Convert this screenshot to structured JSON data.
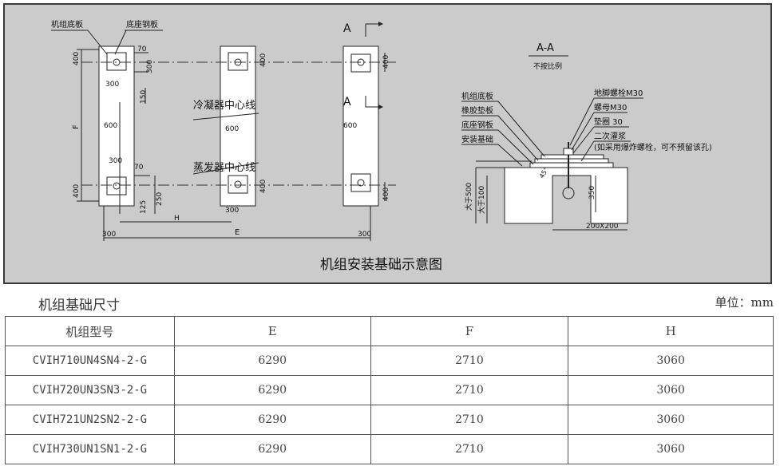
{
  "drawing": {
    "caption": "机组安装基础示意图",
    "labels": {
      "unit_base_plate": "机组底板",
      "base_steel_plate": "底座钢板",
      "condenser_centerline": "冷凝器中心线",
      "evaporator_centerline": "蒸发器中心线",
      "section_mark": "A",
      "dim_400": "400",
      "dim_300": "300",
      "dim_70": "70",
      "dim_150": "150",
      "dim_600": "600",
      "dim_125": "125",
      "dim_250": "250",
      "dim_F": "F",
      "dim_H": "H",
      "dim_E": "E"
    },
    "section": {
      "title": "A-A",
      "subtitle": "不按比例",
      "labels": {
        "unit_base_plate": "机组底板",
        "rubber_pad": "橡胶垫板",
        "base_steel_plate": "底座钢板",
        "install_foundation": "安装基础",
        "anchor_bolt": "地脚螺栓M30",
        "nut": "螺母M30",
        "washer": "垫圈  30",
        "grout": "二次灌浆",
        "grout_note": "(如采用爆炸螺栓，可不预留该孔)",
        "dim_500": "大于500",
        "dim_100": "大于100",
        "dim_350": "350",
        "dim_hole": "200X200",
        "dim_45": "45°"
      }
    }
  },
  "table": {
    "title": "机组基础尺寸",
    "unit": "单位：mm",
    "headers": [
      "机组型号",
      "E",
      "F",
      "H"
    ],
    "rows": [
      [
        "CVIH710UN4SN4-2-G",
        "6290",
        "2710",
        "3060"
      ],
      [
        "CVIH720UN3SN3-2-G",
        "6290",
        "2710",
        "3060"
      ],
      [
        "CVIH721UN2SN2-2-G",
        "6290",
        "2710",
        "3060"
      ],
      [
        "CVIH730UN1SN1-2-G",
        "6290",
        "2710",
        "3060"
      ]
    ]
  }
}
